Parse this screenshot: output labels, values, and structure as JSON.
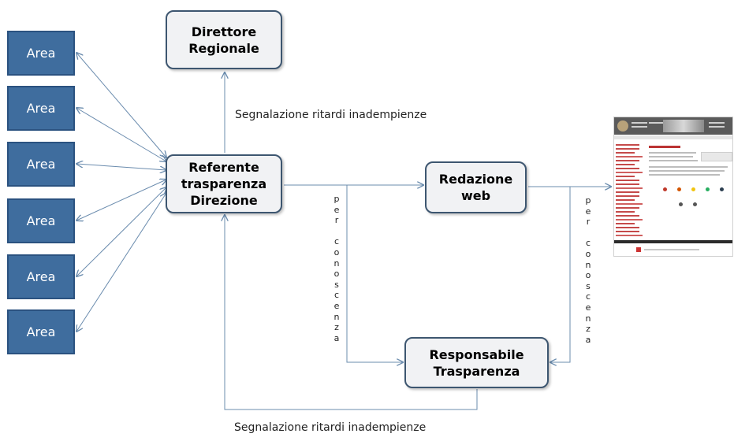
{
  "areas": [
    "Area",
    "Area",
    "Area",
    "Area",
    "Area",
    "Area"
  ],
  "nodes": {
    "direttore": [
      "Direttore",
      "Regionale"
    ],
    "referente": [
      "Referente",
      "trasparenza",
      "Direzione"
    ],
    "redazione": [
      "Redazione",
      "web"
    ],
    "responsabile": [
      "Responsabile",
      "Trasparenza"
    ]
  },
  "labels": {
    "segnalazione_top": "Segnalazione ritardi inadempienze",
    "segnalazione_bottom": "Segnalazione ritardi inadempienze",
    "per_conoscenza_letters": [
      "p",
      "e",
      "r",
      "",
      "c",
      "o",
      "n",
      "o",
      "s",
      "c",
      "e",
      "n",
      "z",
      "a"
    ]
  },
  "colors": {
    "area_fill": "#3f6d9e",
    "node_border": "#3d5670",
    "arrow": "#6b8cae"
  },
  "icons": [
    "website-screenshot"
  ]
}
